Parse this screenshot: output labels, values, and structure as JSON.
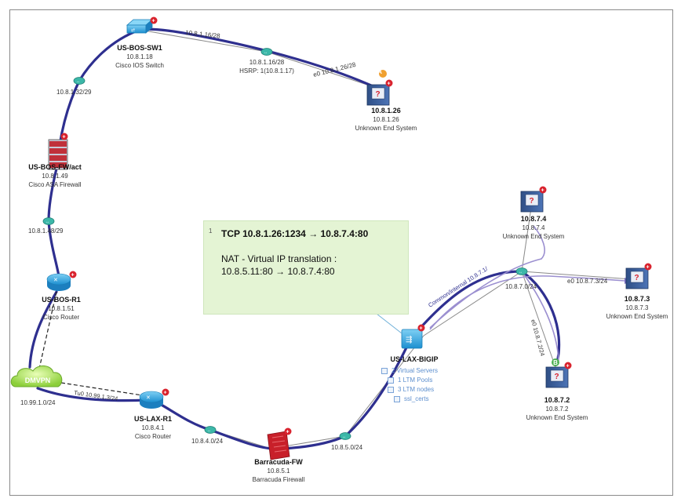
{
  "nodes": {
    "bos_sw1": {
      "name": "US-BOS-SW1",
      "ip": "10.8.1.18",
      "type": "Cisco IOS Switch"
    },
    "bos_fw": {
      "name": "US-BOS-FW/act",
      "ip": "10.8.1.49",
      "type": "Cisco ASA Firewall"
    },
    "bos_r1": {
      "name": "US-BOS-R1",
      "ip": "10.8.1.51",
      "type": "Cisco Router"
    },
    "dmvpn": {
      "name": "DMVPN",
      "ip": "10.99.1.0/24"
    },
    "lax_r1": {
      "name": "US-LAX-R1",
      "ip": "10.8.4.1",
      "type": "Cisco Router"
    },
    "barracuda": {
      "name": "Barracuda-FW",
      "ip": "10.8.5.1",
      "type": "Barracuda Firewall"
    },
    "bigip": {
      "name": "US-LAX-BIGIP",
      "items": [
        "2 Virtual Servers",
        "1 LTM Pools",
        "3 LTM nodes",
        "ssl_certs"
      ]
    },
    "es_1_26": {
      "name": "10.8.1.26",
      "ip": "10.8.1.26",
      "type": "Unknown End System",
      "badge": "A"
    },
    "es_7_4": {
      "name": "10.8.7.4",
      "ip": "10.8.7.4",
      "type": "Unknown End System"
    },
    "es_7_3": {
      "name": "10.8.7.3",
      "ip": "10.8.7.3",
      "type": "Unknown End System"
    },
    "es_7_2": {
      "name": "10.8.7.2",
      "ip": "10.8.7.2",
      "type": "Unknown End System",
      "badge": "B"
    }
  },
  "links": {
    "net_1_16": {
      "name": "10.8.1.16/28",
      "sub": "HSRP: 1(10.8.1.17)"
    },
    "sw_top": "10.8.1.16/28",
    "e0_1_26": "e0 10.8.1.26/28",
    "net_1_32": "10.8.1.32/29",
    "net_1_48": "10.8.1.48/29",
    "tu0": "Tu0 10.99.1.3/24",
    "net_4_0": "10.8.4.0/24",
    "net_5_0": "10.8.5.0/24",
    "net_7_0": "10.8.7.0/24",
    "bigip_int": "Common/internal 10.8.7.1/",
    "e0_7_3": "e0 10.8.7.3/24",
    "e0_7_2": "e0 10.8.7.2/24"
  },
  "note": {
    "num": "1",
    "line1": "TCP 10.8.1.26:1234 → 10.8.7.4:80",
    "line2": "NAT - Virtual IP translation :",
    "line3": "10.8.5.11:80 → 10.8.7.4:80"
  },
  "colors": {
    "path": "#2e2f8f",
    "link": "#7a7a7a",
    "hub": "#3cb7a8",
    "accent": "#d9232e"
  }
}
